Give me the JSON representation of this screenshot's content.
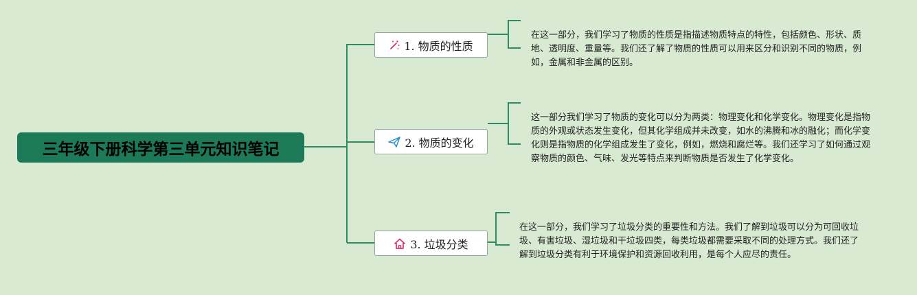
{
  "root": {
    "title": "三年级下册科学第三单元知识笔记"
  },
  "branches": [
    {
      "label": "1. 物质的性质",
      "icon": "magic-wand-icon",
      "note": "在这一部分，我们学习了物质的性质是指描述物质特点的特性，包括颜色、形状、质地、透明度、重量等。我们还了解了物质的性质可以用来区分和识别不同的物质，例如，金属和非金属的区别。"
    },
    {
      "label": "2. 物质的变化",
      "icon": "paper-plane-icon",
      "note": "这一部分我们学习了物质的变化可以分为两类：物理变化和化学变化。物理变化是指物质的外观或状态发生变化，但其化学组成并未改变，如水的沸腾和冰的融化；而化学变化则是指物质的化学组成发生了变化，例如，燃烧和腐烂等。我们还学习了如何通过观察物质的颜色、气味、发光等特点来判断物质是否发生了化学变化。"
    },
    {
      "label": "3. 垃圾分类",
      "icon": "home-icon",
      "note": "在这一部分，我们学习了垃圾分类的重要性和方法。我们了解到垃圾可以分为可回收垃圾、有害垃圾、湿垃圾和干垃圾四类，每类垃圾都需要采取不同的处理方式。我们还了解到垃圾分类有利于环境保护和资源回收利用，是每个人应尽的责任。"
    }
  ],
  "colors": {
    "background": "#d9ead3",
    "root_fill": "#1c7a58",
    "connector": "#2e8b62",
    "icon_pink": "#d6336c",
    "icon_blue": "#2f8fc9"
  }
}
